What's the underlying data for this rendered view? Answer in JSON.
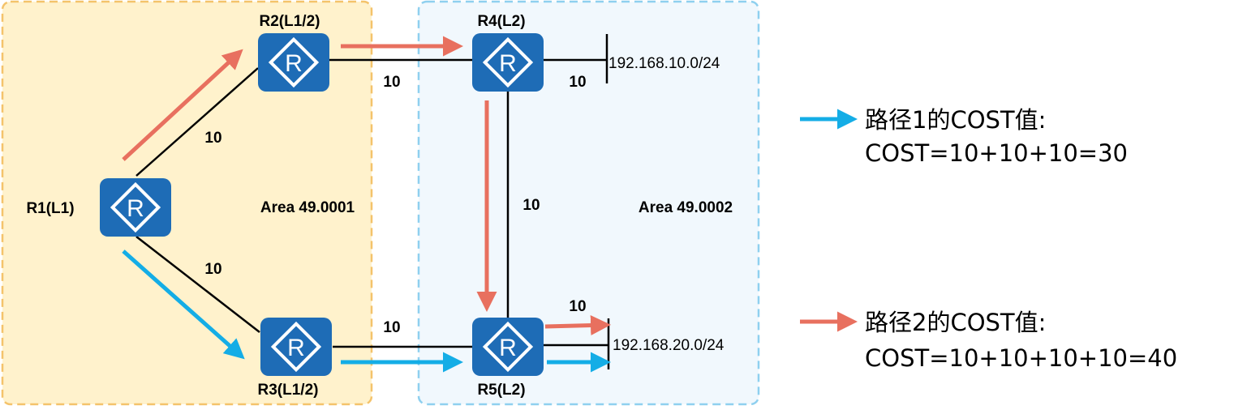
{
  "colors": {
    "area1_fill": "#fff2cc",
    "area1_border": "#f4c36b",
    "area2_fill": "#f1f8fd",
    "area2_border": "#8fd0ef",
    "router": "#1e6cb6",
    "path_red": "#e8705f",
    "path_blue": "#14ade6",
    "link": "#000000"
  },
  "areas": {
    "area1": "Area 49.0001",
    "area2": "Area 49.0002"
  },
  "routers": {
    "r1": "R1(L1)",
    "r2": "R2(L1/2)",
    "r3": "R3(L1/2)",
    "r4": "R4(L2)",
    "r5": "R5(L2)",
    "icon_letter": "R"
  },
  "costs": {
    "r1_r2": "10",
    "r1_r3": "10",
    "r2_r4": "10",
    "r3_r5": "10",
    "r4_r5": "10",
    "r4_net": "10",
    "r5_net": "10"
  },
  "networks": {
    "net1": "192.168.10.0/24",
    "net2": "192.168.20.0/24"
  },
  "legend": {
    "path1_title": "路径1的COST值:",
    "path1_formula": "COST=10+10+10=30",
    "path2_title": "路径2的COST值:",
    "path2_formula": "COST=10+10+10+10=40"
  }
}
